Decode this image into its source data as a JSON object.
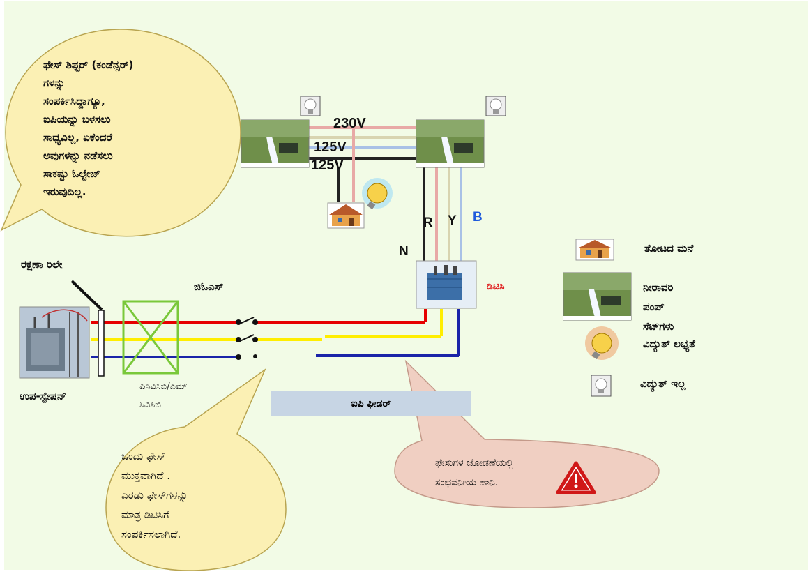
{
  "callouts": {
    "phase_shifter": "ಫೇಸ್ ಶಿಫ್ಟರ್ (ಕಂಡೆನ್ಸರ್)\nಗಳನ್ನು\nಸಂಪರ್ಕಿಸಿದ್ದಾಗ್ಯೂ,\nಐಪಿಯನ್ನು ಬಳಸಲು\nಸಾಧ್ಯವಿಲ್ಲ, ಏಕೆಂದರೆ\nಅವುಗಳನ್ನು ನಡೆಸಲು\nಸಾಕಷ್ಟು ಓಲ್ಟೇಜ್\nಇರುವುದಿಲ್ಲ.",
    "one_phase_open": "ಒಂದು ಫೇಸ್\nಮುಕ್ತವಾಗಿದೆ .\nಎರಡು ಫೇಸ್‌ಗಳನ್ನು\nಮಾತ್ರ ಡಿಟಿಸಿಗೆ\nಸಂಪರ್ಕಿಸಲಾಗಿದೆ.",
    "phase_joint_damage": "ಫೇಸುಗಳ ಜೋಡಣೆಯಲ್ಲಿ\nಸಂಭವನೀಯ ಹಾನಿ."
  },
  "labels": {
    "protection_relay": "ರಕ್ಷಣಾ ರಿಲೇ",
    "gos": "ಜಿಓಎಸ್",
    "substation": "ಉಪ-ಸ್ಟೇಷನ್",
    "breaker": "ಪಿಸಿವಿಸಿಬಿ/ಎಮ್\nಸಿವಿಸಿಬಿ",
    "ip_feeder": "ಐಪಿ ಫೀಡರ್",
    "dtc": "ಡಿಟಿಸಿ"
  },
  "voltages": {
    "v1": "230V",
    "v2": "125V",
    "v3": "125V"
  },
  "phases": {
    "n": "N",
    "r": "R",
    "y": "Y",
    "b": "B"
  },
  "legend": {
    "farm_house": "ತೋಟದ ಮನೆ",
    "pump_sets": "ನೀರಾವರಿ\nಪಂಪ್\nಸೆಟ್‌ಗಳು",
    "power_available": "ವಿದ್ಯುತ್ ಲಭ್ಯತೆ",
    "no_power": "ವಿದ್ಯುತ್ ಇಲ್ಲ"
  },
  "colors": {
    "red_phase": "#e60000",
    "yellow_phase": "#ffee00",
    "blue_phase": "#1a24a8",
    "dtc_label": "#e02020",
    "b_label": "#1e5adc",
    "bubble_fill": "#fbf0b4",
    "warning_bubble_fill": "#f0cfc2"
  }
}
